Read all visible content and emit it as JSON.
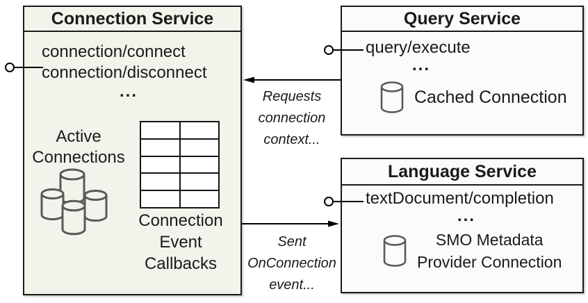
{
  "colors": {
    "canvas_bg": "#ffffff",
    "connection_box_bg": "#f1f4ea",
    "service_box_bg": "#fbfbfb",
    "border": "#1a1a1a",
    "text": "#1a1a1a",
    "cylinder_stroke": "#595959",
    "connector": "#000000"
  },
  "connection_service": {
    "title": "Connection Service",
    "methods": [
      "connection/connect",
      "connection/disconnect"
    ],
    "ellipsis": "...",
    "active_connections": [
      "Active",
      "Connections"
    ],
    "callbacks_caption": [
      "Connection",
      "Event",
      "Callbacks"
    ],
    "callback_table": {
      "rows": 5,
      "cols": 2
    }
  },
  "query_service": {
    "title": "Query Service",
    "method": "query/execute",
    "ellipsis": "...",
    "cache_label": "Cached Connection"
  },
  "language_service": {
    "title": "Language Service",
    "method": "textDocument/completion",
    "ellipsis": "...",
    "provider_label": [
      "SMO Metadata",
      "Provider Connection"
    ]
  },
  "arrows": {
    "query_to_connection": [
      "Requests",
      "connection",
      "context..."
    ],
    "connection_to_language": [
      "Sent",
      "OnConnection",
      "event..."
    ]
  }
}
